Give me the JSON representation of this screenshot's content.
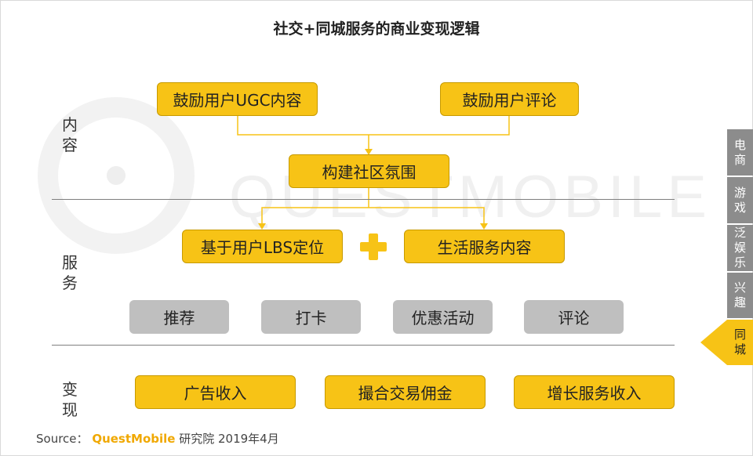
{
  "title": "社交+同城服务的商业变现逻辑",
  "watermark": "QUESTMOBILE",
  "sections": {
    "content": [
      "内",
      "容"
    ],
    "service": [
      "服",
      "务"
    ],
    "monetize": [
      "变",
      "现"
    ]
  },
  "content_boxes": {
    "ugc": "鼓励用户UGC内容",
    "comment": "鼓励用户评论",
    "community": "构建社区氛围"
  },
  "service_boxes": {
    "lbs": "基于用户LBS定位",
    "life": "生活服务内容"
  },
  "features": [
    "推荐",
    "打卡",
    "优惠活动",
    "评论"
  ],
  "monetize_boxes": [
    "广告收入",
    "撮合交易佣金",
    "增长服务收入"
  ],
  "tabs": [
    {
      "chars": [
        "电",
        "商"
      ],
      "active": false
    },
    {
      "chars": [
        "游",
        "戏"
      ],
      "active": false
    },
    {
      "chars": [
        "泛",
        "娱",
        "乐"
      ],
      "active": false
    },
    {
      "chars": [
        "兴",
        "趣"
      ],
      "active": false
    },
    {
      "chars": [
        "同",
        "城"
      ],
      "active": true
    }
  ],
  "source": {
    "prefix": "Source：",
    "brand": "QuestMobile",
    "suffix": "研究院 2019年4月"
  },
  "colors": {
    "accent": "#f7c316",
    "gray_box": "#bfbfbf",
    "tab_gray": "#8c8c8c"
  }
}
